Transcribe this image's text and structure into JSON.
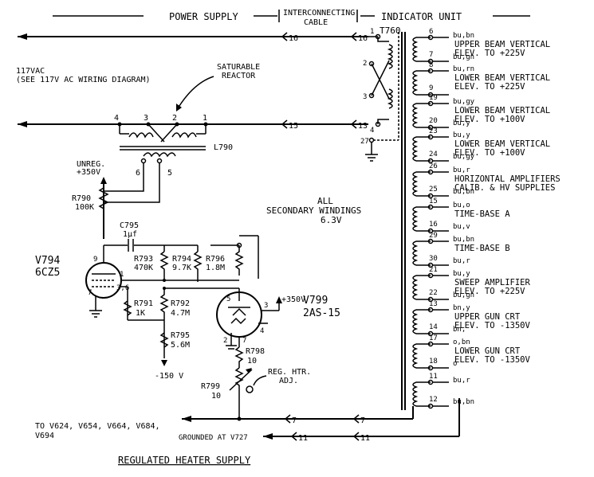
{
  "header": {
    "power_supply": "POWER SUPPLY",
    "interconnecting": "INTERCONNECTING",
    "cable": "CABLE",
    "indicator_unit": "INDICATOR UNIT"
  },
  "transformer": {
    "designator": "T760",
    "primary_pins": [
      "1",
      "2",
      "3",
      "4"
    ],
    "ground_pin": "27",
    "windings": [
      {
        "pins": [
          "6",
          "7"
        ],
        "wires": [
          "bu,bn",
          "bu,gn"
        ],
        "label_lines": [
          "UPPER BEAM VERTICAL",
          "ELEV. TO +225V"
        ]
      },
      {
        "pins": [
          "8",
          "9"
        ],
        "wires": [
          "bu,rn",
          ""
        ],
        "label_lines": [
          "LOWER BEAM VERTICAL",
          "ELEV. TO +225V"
        ]
      },
      {
        "pins": [
          "19",
          "20"
        ],
        "wires": [
          "bu,gy",
          "bu,y"
        ],
        "label_lines": [
          "LOWER BEAM VERTICAL",
          "ELEV. TO +100V"
        ]
      },
      {
        "pins": [
          "23",
          "24"
        ],
        "wires": [
          "bu,y",
          "bu,gy"
        ],
        "label_lines": [
          "LOWER BEAM VERTICAL",
          "ELEV. TO +100V"
        ]
      },
      {
        "pins": [
          "26",
          "25"
        ],
        "wires": [
          "bu,r",
          "bu,bn"
        ],
        "label_lines": [
          "HORIZONTAL AMPLIFIERS",
          "CALIB. & HV SUPPLIES"
        ]
      },
      {
        "pins": [
          "15",
          "16"
        ],
        "wires": [
          "bu,o",
          "bu,v"
        ],
        "label_lines": [
          "TIME-BASE A"
        ]
      },
      {
        "pins": [
          "29",
          "30"
        ],
        "wires": [
          "bu,bn",
          "bu,r"
        ],
        "label_lines": [
          "TIME-BASE B"
        ]
      },
      {
        "pins": [
          "21",
          "22"
        ],
        "wires": [
          "bu,y",
          "bu,gn"
        ],
        "label_lines": [
          "SWEEP AMPLIFIER",
          "ELEV. TO +225V"
        ]
      },
      {
        "pins": [
          "13",
          "14"
        ],
        "wires": [
          "bn,y",
          "bn,"
        ],
        "label_lines": [
          "UPPER GUN CRT",
          "ELEV. TO -1350V"
        ]
      },
      {
        "pins": [
          "17",
          "18"
        ],
        "wires": [
          "o,bn",
          "o"
        ],
        "label_lines": [
          "LOWER GUN CRT",
          "ELEV. TO -1350V"
        ]
      },
      {
        "pins": [
          "11",
          "12"
        ],
        "wires": [
          "bu,r",
          "bu,bn"
        ],
        "label_lines": []
      }
    ]
  },
  "cable_pins": [
    "16",
    "15",
    "13",
    "7",
    "11"
  ],
  "labels": {
    "ac_line1": "117VAC",
    "ac_line2": "(SEE 117V AC WIRING DIAGRAM)",
    "reactor1": "SATURABLE",
    "reactor2": "REACTOR",
    "reactor_ref": "L790",
    "reactor_pins": [
      "4",
      "3",
      "2",
      "1",
      "6",
      "5"
    ],
    "unreg1": "UNREG.",
    "unreg2": "+350V",
    "r790a": "R790",
    "r790b": "100K",
    "c795a": "C795",
    "c795b": "1µf",
    "v794a": "V794",
    "v794b": "6CZ5",
    "v794_pins": [
      "9",
      "1",
      "3,6",
      "7"
    ],
    "r793a": "R793",
    "r793b": "470K",
    "r794a": "R794",
    "r794b": "9.7K",
    "r796a": "R796",
    "r796b": "1.8M",
    "r791a": "R791",
    "r791b": "1K",
    "r792a": "R792",
    "r792b": "4.7M",
    "r795a": "R795",
    "r795b": "5.6M",
    "neg150": "-150 V",
    "v799a": "V799",
    "v799b": "2AS-15",
    "v799_pins": [
      "5",
      "3",
      "4",
      "2",
      "7"
    ],
    "plus350": "+350V",
    "r798a": "R798",
    "r798b": "10",
    "r799a": "R799",
    "r799b": "10",
    "reg1": "REG. HTR.",
    "reg2": "ADJ.",
    "all1": "ALL",
    "all2": "SECONDARY WINDINGS",
    "all3": "6.3V",
    "to1": "TO V624, V654, V664, V684,",
    "to2": "V694",
    "grounded": "GROUNDED AT V727",
    "footer": "REGULATED HEATER SUPPLY"
  }
}
